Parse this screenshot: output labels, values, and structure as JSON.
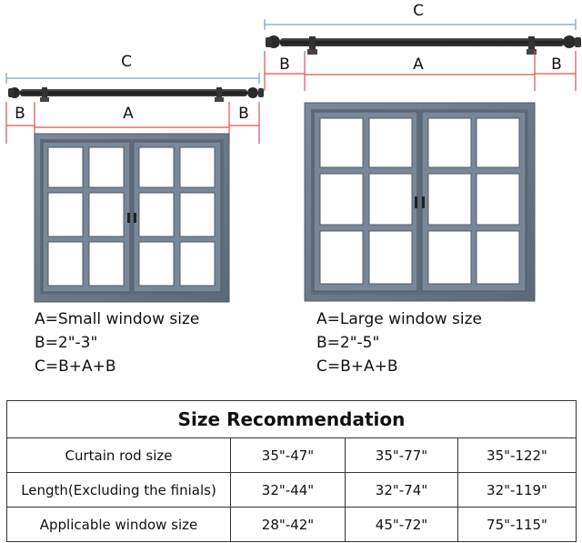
{
  "small": {
    "dim_c": "C",
    "dim_b_left": "B",
    "dim_a": "A",
    "dim_b_right": "B",
    "lines": [
      "A=Small window size",
      "B=2\"-3\"",
      "C=B+A+B"
    ]
  },
  "large": {
    "dim_c": "C",
    "dim_b_left": "B",
    "dim_a": "A",
    "dim_b_right": "B",
    "lines": [
      "A=Large window size",
      "B=2\"-5\"",
      "C=B+A+B"
    ]
  },
  "table": {
    "title": "Size Recommendation",
    "rows": [
      {
        "label": "Curtain rod size",
        "values": [
          "35\"-47\"",
          "35\"-77\"",
          "35\"-122\""
        ]
      },
      {
        "label": "Length(Excluding the finials)",
        "values": [
          "32\"-44\"",
          "32\"-74\"",
          "32\"-119\""
        ]
      },
      {
        "label": "Applicable window size",
        "values": [
          "28\"-42\"",
          "45\"-72\"",
          "75\"-115\""
        ]
      }
    ]
  },
  "colors": {
    "frame": "#6a7888",
    "frame_dark": "#4f5b69",
    "rod": "#2a2a2a",
    "dim_line_blue": "#8fb0cf",
    "dim_line_red": "#d9534f"
  }
}
